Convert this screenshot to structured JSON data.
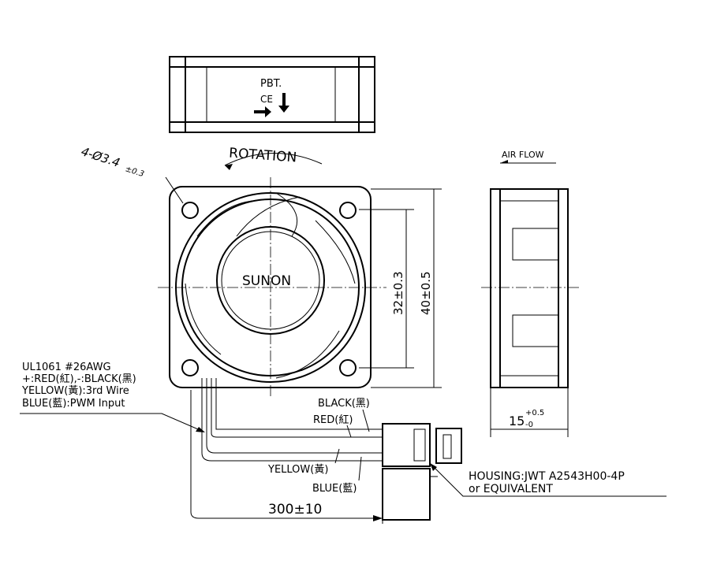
{
  "top_view": {
    "material": "PBT.",
    "mark": "CE"
  },
  "front_view": {
    "rotation_label": "ROTATION",
    "hole_spec": "4-Ø3.4",
    "hole_tol": "±0.3",
    "brand": "SUNON",
    "dim_hole_pitch": "32±0.3",
    "dim_size": "40±0.5"
  },
  "side_view": {
    "airflow_label": "AIR FLOW",
    "dim_depth": "15",
    "dim_depth_plus": "+0.5",
    "dim_depth_minus": "-0"
  },
  "wire_spec": [
    "UL1061  #26AWG",
    "+:RED(紅),-:BLACK(黑)",
    "YELLOW(黃):3rd  Wire",
    "BLUE(藍):PWM  Input"
  ],
  "wire_labels": {
    "black": "BLACK(黑)",
    "red": "RED(紅)",
    "yellow": "YELLOW(黃)",
    "blue": "BLUE(藍)"
  },
  "lead_length": "300±10",
  "housing": {
    "line1": "HOUSING:JWT  A2543H00-4P",
    "line2": "or  EQUIVALENT"
  }
}
